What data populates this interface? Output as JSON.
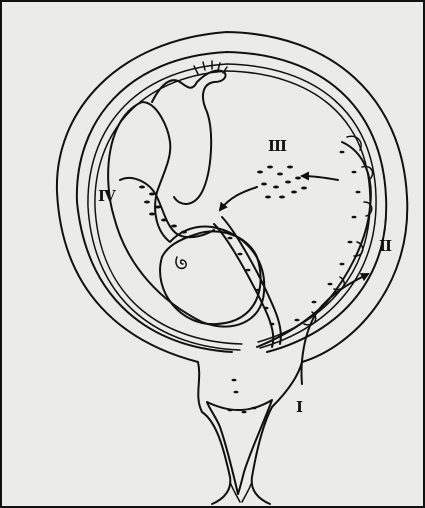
{
  "figure": {
    "labels": {
      "III": "III",
      "IV": "IV",
      "II": "II",
      "I": "I"
    },
    "colors": {
      "ink": "#111111",
      "paper": "#ebebea"
    }
  }
}
